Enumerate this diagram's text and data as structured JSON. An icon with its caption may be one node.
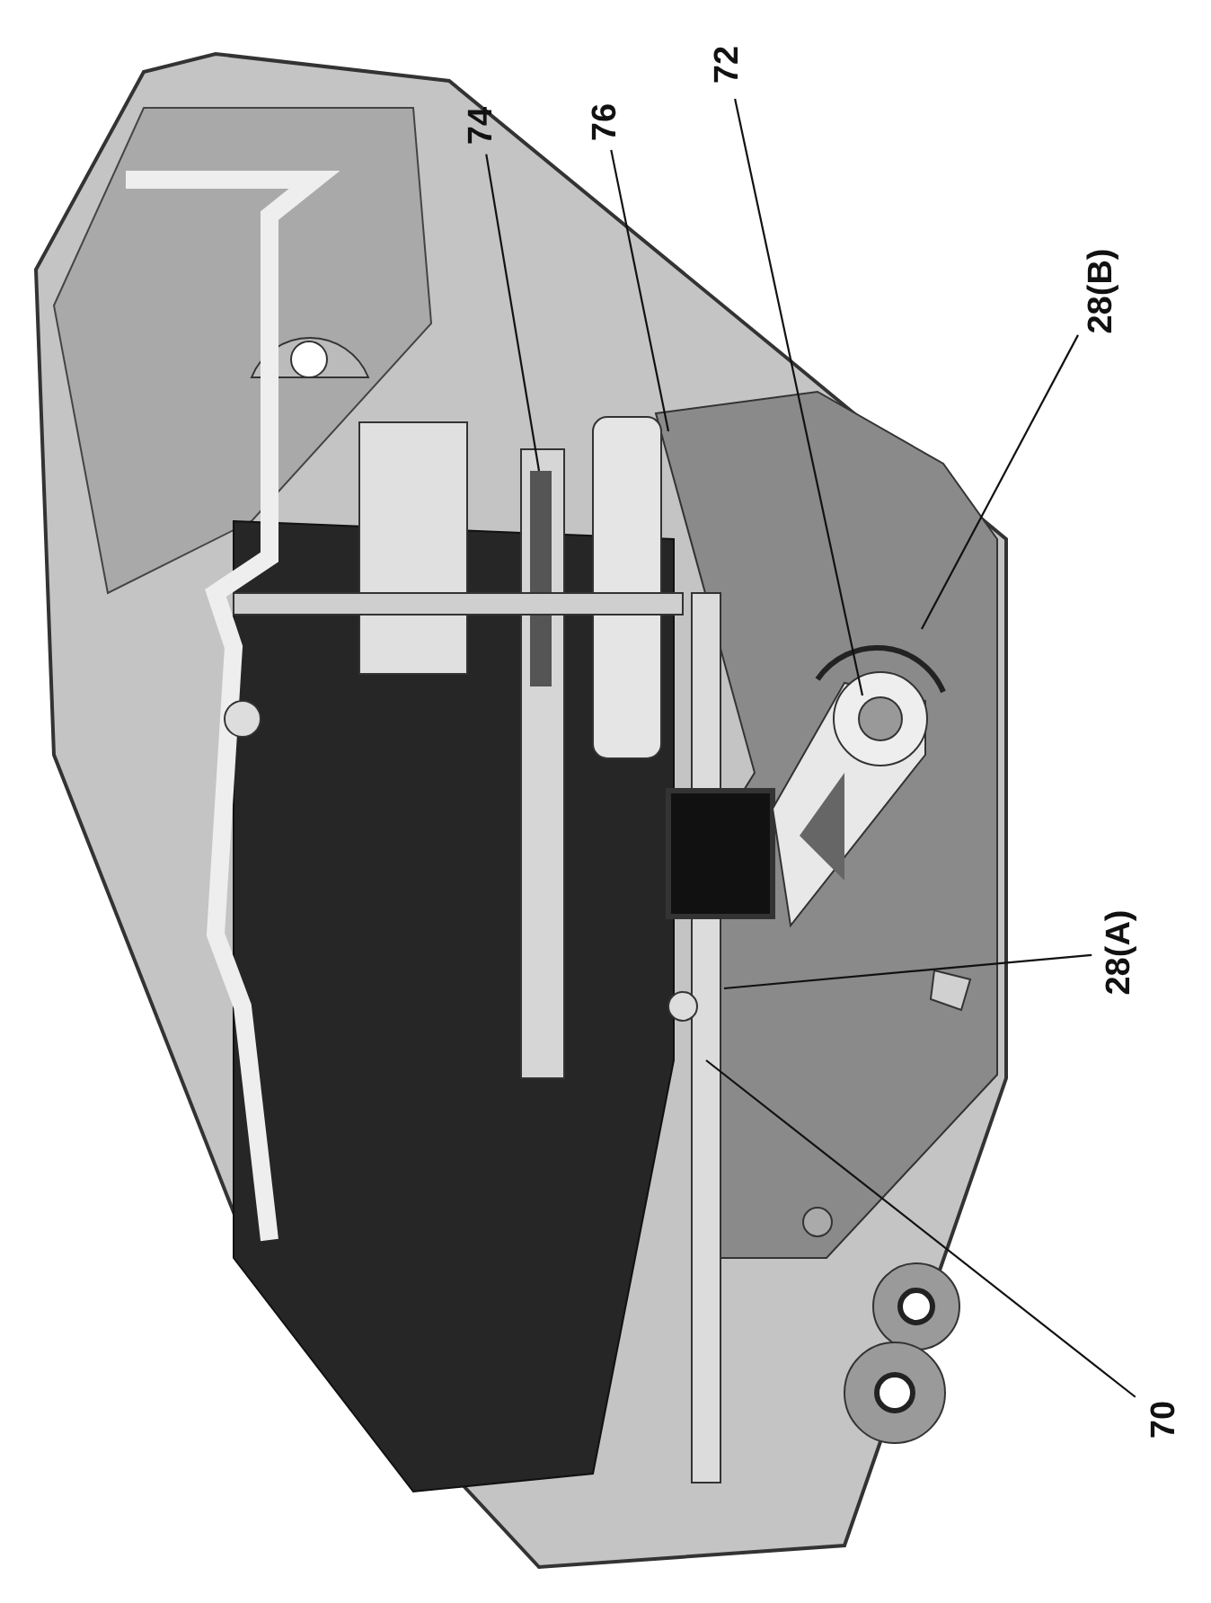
{
  "diagram": {
    "nodes": [
      {
        "text": [
          "74"
        ]
      },
      {
        "text": [
          "76"
        ]
      },
      {
        "text": [
          "72"
        ]
      },
      {
        "text": [
          "28(B)"
        ]
      },
      {
        "text": [
          "28(A)"
        ]
      },
      {
        "text": [
          "70"
        ]
      }
    ],
    "edges": [
      {
        "from": 0,
        "to": null,
        "arrow": "none"
      },
      {
        "from": 1,
        "to": null,
        "arrow": "none"
      },
      {
        "from": 2,
        "to": null,
        "arrow": "none"
      },
      {
        "from": 3,
        "to": null,
        "arrow": "none"
      },
      {
        "from": 4,
        "to": null,
        "arrow": "none"
      },
      {
        "from": 5,
        "to": null,
        "arrow": "none"
      }
    ]
  }
}
